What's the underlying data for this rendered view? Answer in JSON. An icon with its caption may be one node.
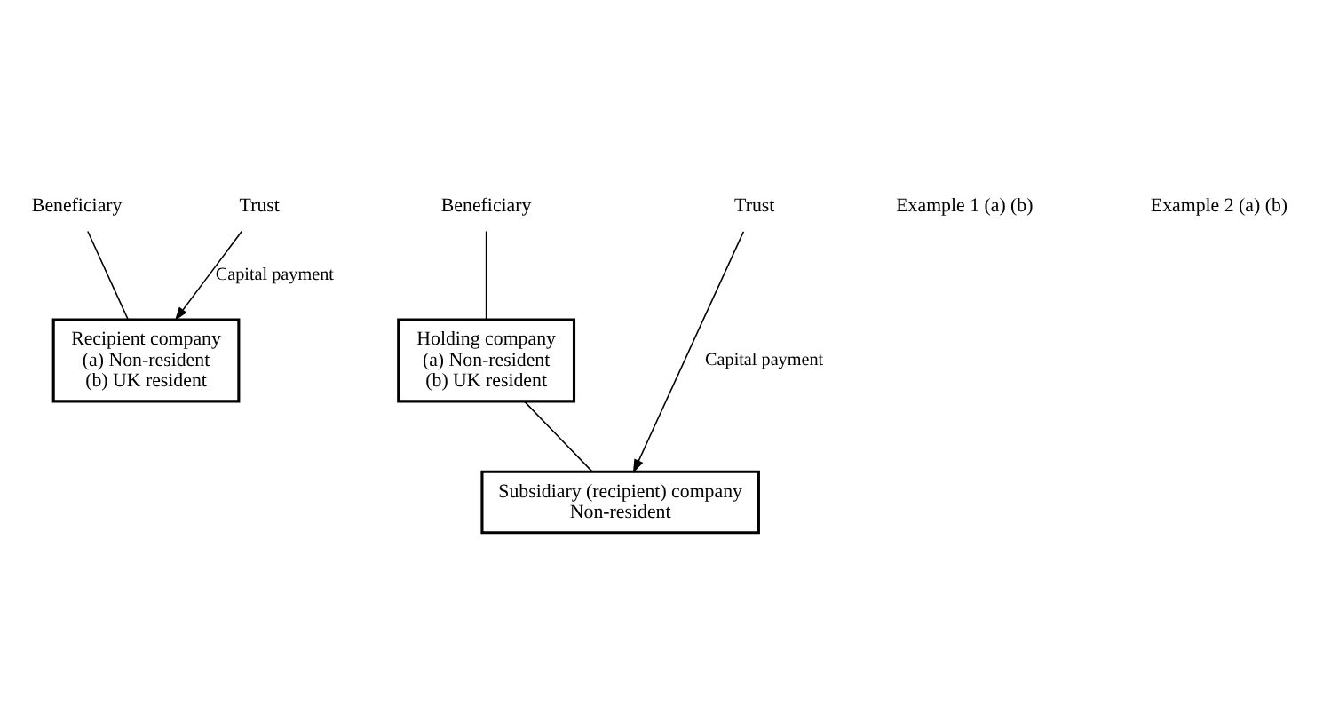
{
  "diagram": {
    "nodes": [
      {
        "text": [
          "Beneficiary"
        ]
      },
      {
        "text": [
          "Trust"
        ]
      },
      {
        "text": [
          "Recipient company",
          "(a) Non-resident",
          "(b) UK resident"
        ]
      },
      {
        "text": [
          "Beneficiary"
        ]
      },
      {
        "text": [
          "Trust"
        ]
      },
      {
        "text": [
          "Holding company",
          "(a) Non-resident",
          "(b) UK resident"
        ]
      },
      {
        "text": [
          "Subsidiary (recipient) company",
          "Non-resident"
        ]
      }
    ],
    "edges": [
      {
        "from": 0,
        "to": 2,
        "arrow": "none"
      },
      {
        "from": 1,
        "to": 2,
        "arrow": "to",
        "label": "Capital payment"
      },
      {
        "from": 3,
        "to": 5,
        "arrow": "none"
      },
      {
        "from": 5,
        "to": 6,
        "arrow": "none"
      },
      {
        "from": 4,
        "to": 6,
        "arrow": "to",
        "label": "Capital payment"
      }
    ],
    "labels": [
      "Example 1 (a) (b)",
      "Example 2 (a) (b)"
    ]
  }
}
